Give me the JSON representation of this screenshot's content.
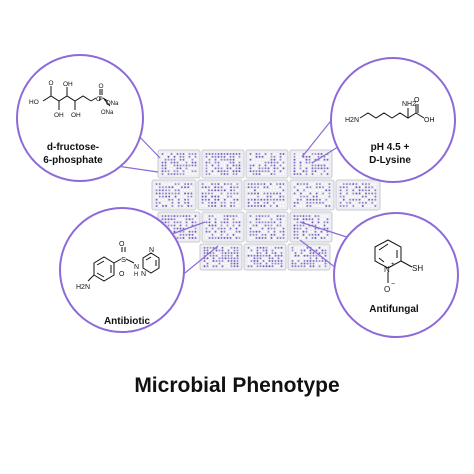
{
  "title": "Microbial Phenotype",
  "colors": {
    "accent": "#8e6ad8",
    "well": "#6b4fb8",
    "plate_frame": "#c9cbd1",
    "plate_face": "#eceef2",
    "text": "#111111"
  },
  "plates": {
    "top_row_count": 4,
    "middle_row_count": 5,
    "bottom_row_count": 4
  },
  "callouts": {
    "fructose": {
      "caption_line1": "d-fructose-",
      "caption_line2": "6-phosphate",
      "atoms": {
        "ho": "HO",
        "oh1": "OH",
        "oh2": "OH",
        "oh3": "OH",
        "o_keto": "O",
        "p": "P",
        "o_p": "O",
        "ona1": "ONa",
        "ona2": "ONa",
        "o_double": "O"
      }
    },
    "lysine": {
      "caption_line1": "pH 4.5 +",
      "caption_line2": "D-Lysine",
      "atoms": {
        "h2n": "H2N",
        "nh2": "NH2",
        "oh": "OH",
        "o": "O"
      }
    },
    "antibiotic": {
      "caption": "Antibiotic",
      "atoms": {
        "h2n": "H2N",
        "s": "S",
        "o1": "O",
        "o2": "O",
        "nh": "H",
        "n_link": "N",
        "n1": "N",
        "n2": "N"
      }
    },
    "antifungal": {
      "caption": "Antifungal",
      "atoms": {
        "n": "N",
        "plus": "+",
        "sh": "SH",
        "o": "O",
        "minus": "−"
      }
    }
  }
}
